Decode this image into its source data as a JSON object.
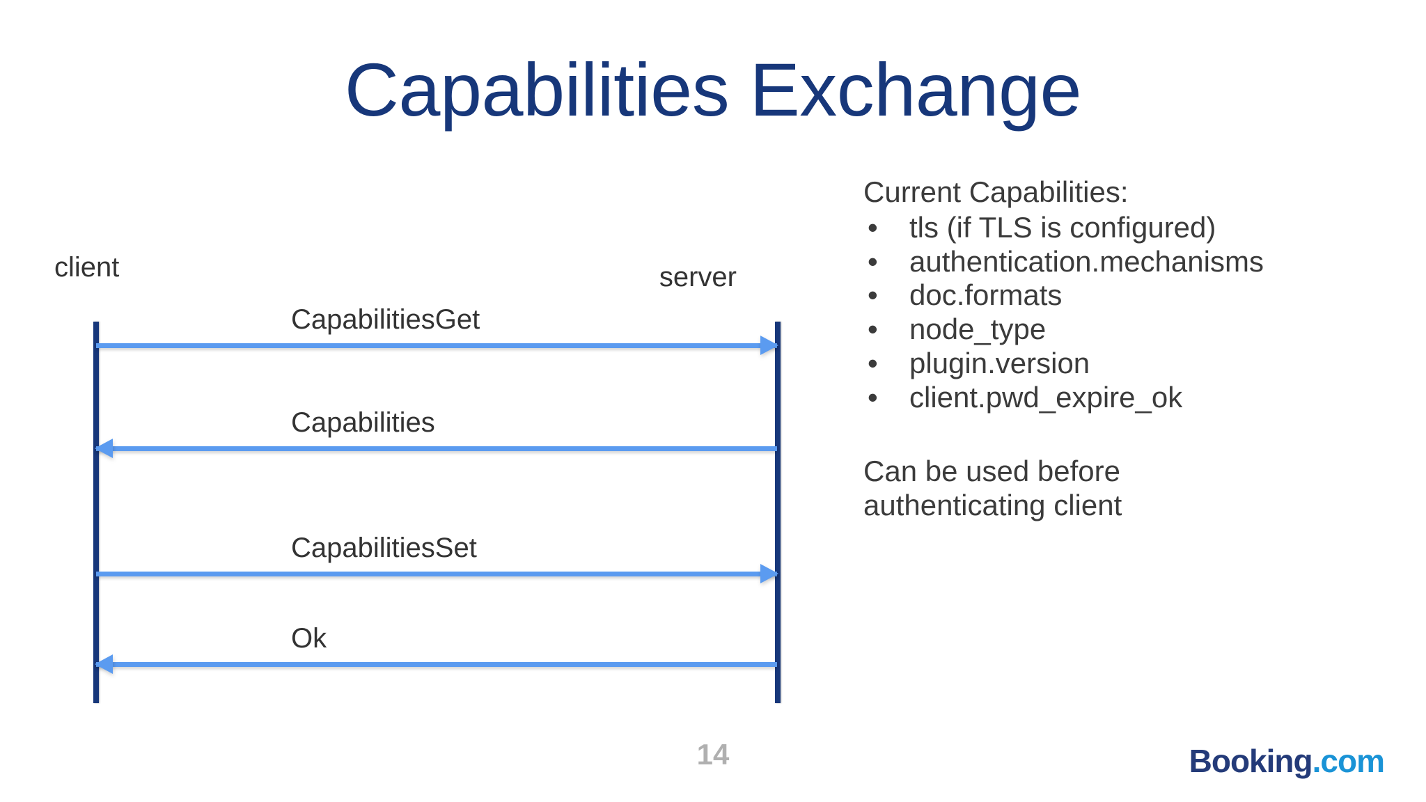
{
  "slide": {
    "title": "Capabilities Exchange",
    "page_number": "14"
  },
  "diagram": {
    "type": "sequence",
    "actors": {
      "left": "client",
      "right": "server"
    },
    "messages": [
      {
        "label": "CapabilitiesGet",
        "direction": "right"
      },
      {
        "label": "Capabilities",
        "direction": "left"
      },
      {
        "label": "CapabilitiesSet",
        "direction": "right"
      },
      {
        "label": "Ok",
        "direction": "left"
      }
    ],
    "colors": {
      "lifeline": "#17377a",
      "arrow": "#5b9bf0"
    }
  },
  "capabilities": {
    "heading": "Current Capabilities:",
    "bullet_glyph": "•",
    "items": [
      "tls (if TLS is configured)",
      "authentication.mechanisms",
      "doc.formats",
      "node_type",
      "plugin.version",
      "client.pwd_expire_ok"
    ],
    "note": "Can be used before authenticating client"
  },
  "footer": {
    "logo_primary": "Booking",
    "logo_suffix": ".com",
    "logo_primary_color": "#243b79",
    "logo_suffix_color": "#1a93d6"
  }
}
